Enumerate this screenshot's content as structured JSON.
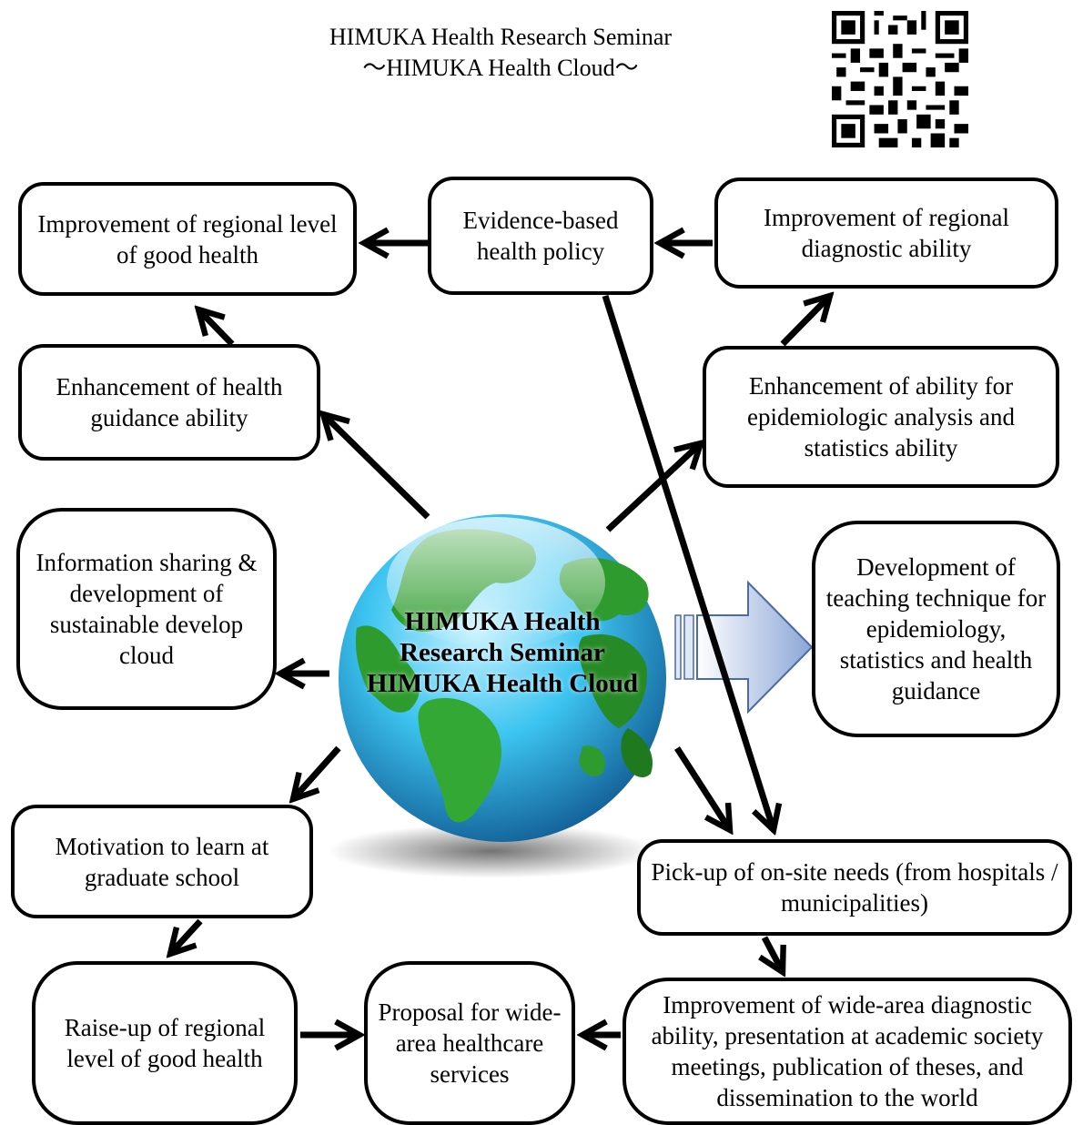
{
  "header": {
    "line1": "HIMUKA Health Research Seminar",
    "line2": "～HIMUKA Health Cloud～"
  },
  "center": {
    "line1": "HIMUKA Health",
    "line2": "Research Seminar",
    "line3": "HIMUKA Health Cloud"
  },
  "boxes": {
    "improve_health": "Improvement of regional level of good health",
    "evidence_policy": "Evidence-based health policy",
    "improve_diag": "Improvement of regional diagnostic ability",
    "enh_guidance": "Enhancement of health guidance ability",
    "enh_epi": "Enhancement of ability for epidemiologic analysis and statistics ability",
    "info_sharing": "Information sharing & development of sustainable develop cloud",
    "teaching": "Development of teaching technique for epidemiology, statistics and health guidance",
    "motivation": "Motivation to learn at graduate school",
    "pickup": "Pick-up of on-site needs (from hospitals / municipalities)",
    "raise_up": "Raise-up of regional level of good health",
    "proposal": "Proposal for wide-area healthcare services",
    "wide_area": "Improvement of wide-area diagnostic ability, presentation at academic society meetings, publication of theses, and dissemination to the world"
  },
  "icons": {
    "qr": "qr-code-icon",
    "globe": "globe-icon"
  }
}
